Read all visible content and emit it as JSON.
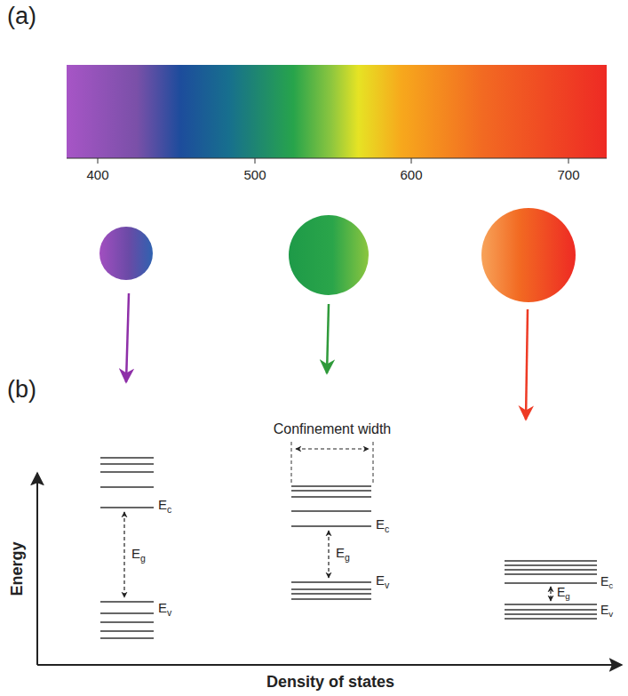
{
  "diagram": {
    "labels": [
      "(a)",
      "400",
      "500",
      "600",
      "700",
      "(b)",
      "Confinement width",
      "Ec",
      "Eg",
      "Ev",
      "Ec",
      "Eg",
      "Ev",
      "Ec",
      "Eg",
      "Ev",
      "Energy",
      "Density of states"
    ]
  }
}
